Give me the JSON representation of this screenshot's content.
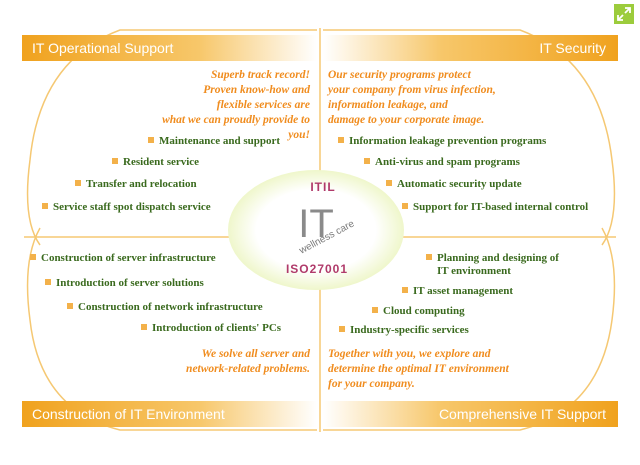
{
  "quadrants": {
    "top_left": {
      "title": "IT Operational Support",
      "tagline": [
        "Superb track record!",
        "Proven know-how and",
        "flexible services are",
        "what we can proudly provide to you!"
      ],
      "items": [
        "Maintenance and support",
        "Resident service",
        "Transfer and relocation",
        "Service staff spot dispatch service"
      ]
    },
    "top_right": {
      "title": "IT Security",
      "tagline": [
        "Our security programs protect",
        "your company from virus infection,",
        "information leakage, and",
        "damage to your corporate image."
      ],
      "items": [
        "Information leakage prevention programs",
        "Anti-virus and spam programs",
        "Automatic security update",
        "Support for IT-based internal control"
      ]
    },
    "bottom_left": {
      "title": "Construction of IT Environment",
      "items": [
        "Construction of server infrastructure",
        "Introduction of server solutions",
        "Construction of network infrastructure",
        "Introduction of clients' PCs"
      ],
      "tagline": [
        "We solve all server and",
        "network-related problems."
      ]
    },
    "bottom_right": {
      "title": "Comprehensive IT Support",
      "items": [
        "Planning and designing of",
        "IT environment",
        "IT asset management",
        "Cloud computing",
        "Industry-specific services"
      ],
      "tagline": [
        "Together with you, we explore and",
        "determine the optimal IT environment",
        "for your company."
      ]
    }
  },
  "center": {
    "top_label": "ITIL",
    "main_label": "IT",
    "script_label": "wellness care",
    "bottom_label": "ISO27001"
  },
  "colors": {
    "accent_orange": "#f0a21e",
    "item_green": "#3a6a1e",
    "tagline_orange": "#f08c1e",
    "center_magenta": "#b03a6a",
    "expand_button": "#9ccc3c"
  },
  "icons": {
    "expand": "expand-arrows-icon"
  }
}
